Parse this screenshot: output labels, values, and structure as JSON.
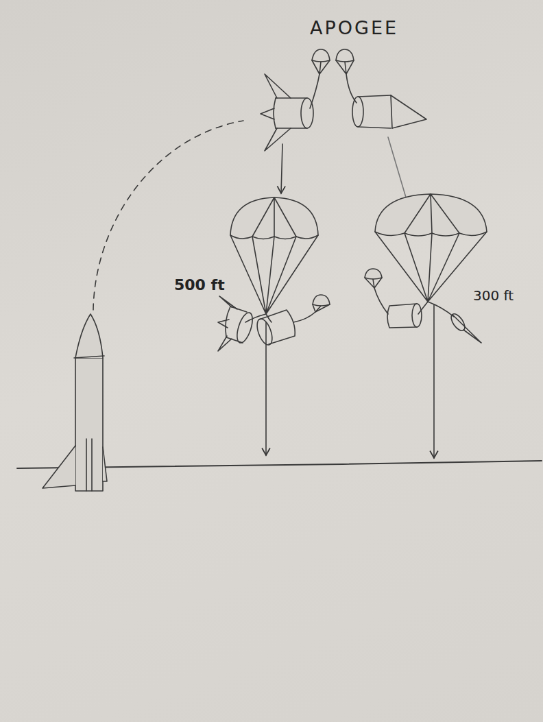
{
  "diagram": {
    "labels": [
      "APOGEE",
      "500 ft",
      "300 ft"
    ]
  }
}
